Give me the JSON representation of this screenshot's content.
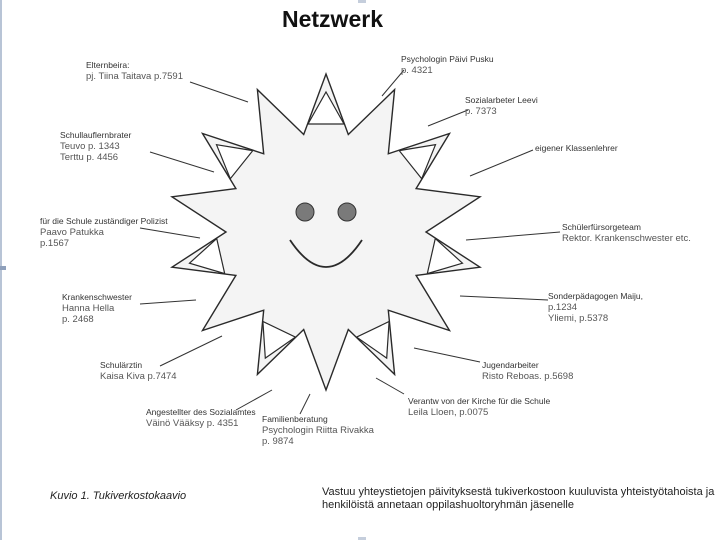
{
  "title": "Netzwerk",
  "nodes": [
    {
      "id": "elternbeirat",
      "lines": [
        "Elternbeira:",
        "pj. Tiina Taitava p.7591"
      ]
    },
    {
      "id": "schullaufbahnberater",
      "lines": [
        "Schullauflernbrater",
        "Teuvo  p. 1343",
        "Terttu  p. 4456"
      ]
    },
    {
      "id": "polizist",
      "lines": [
        "für die Schule zuständiger Polizist",
        "Paavo Patukka",
        "p.1567"
      ]
    },
    {
      "id": "krankenschwester",
      "lines": [
        "Krankenschwester",
        "Hanna Hella",
        "p. 2468"
      ]
    },
    {
      "id": "schularzt",
      "lines": [
        "Schulärztin",
        "Kaisa Kiva p.7474"
      ]
    },
    {
      "id": "sozialamt",
      "lines": [
        "Angestellter des Sozialamtes",
        "Väinö Vääksy p. 4351"
      ]
    },
    {
      "id": "familienberatung",
      "lines": [
        "Familienberatung",
        "Psychologin Riitta Rivakka",
        "p. 9874"
      ]
    },
    {
      "id": "kirche",
      "lines": [
        "Verantw von der Kirche für die Schule",
        "Leila Lloen, p.0075"
      ]
    },
    {
      "id": "jugendarbeiter",
      "lines": [
        "Jugendarbeiter",
        "Risto Reboas. p.5698"
      ]
    },
    {
      "id": "sonderpaedagogen",
      "lines": [
        "Sonderpädagogen Maiju,",
        "p.1234",
        "Yliemi, p.5378"
      ]
    },
    {
      "id": "schuelerfuersorgeteam",
      "lines": [
        "Schülerfürsorgeteam",
        "Rektor. Krankenschwester etc."
      ]
    },
    {
      "id": "klassenlehrer",
      "lines": [
        "eigener Klassenlehrer"
      ]
    },
    {
      "id": "sozialarbeiter",
      "lines": [
        "Sozialarbeter Leevi",
        "p. 7373"
      ]
    },
    {
      "id": "psychologin",
      "lines": [
        "Psychologin Päivi Pusku",
        "p. 4321"
      ]
    }
  ],
  "caption_left": "Kuvio 1. Tukiverkostokaavio",
  "caption_right": "Vastuu yhteystietojen päivityksestä tukiverkostoon kuuluvista yhteistyötahoista ja henkilöistä annetaan oppilashuoltoryhmän jäsenelle",
  "colors": {
    "sun_fill": "#f4f4f4",
    "sun_stroke": "#2a2a2a",
    "eye_fill": "#7a7a7a",
    "frame_accent": "#b8c4d6"
  }
}
